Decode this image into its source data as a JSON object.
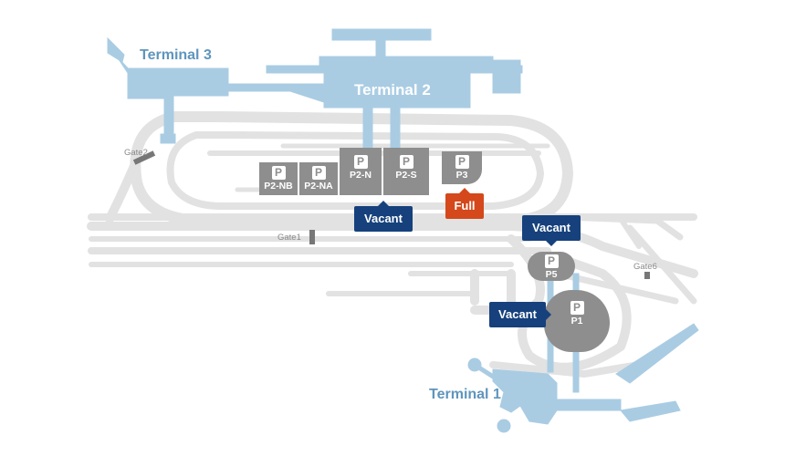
{
  "terminals": {
    "t1": "Terminal 1",
    "t2": "Terminal 2",
    "t3": "Terminal 3"
  },
  "gates": {
    "gate1": "Gate1",
    "gate2": "Gate2",
    "gate6": "Gate6"
  },
  "parking": {
    "p2nb": {
      "icon": "P",
      "label": "P2-NB"
    },
    "p2na": {
      "icon": "P",
      "label": "P2-NA"
    },
    "p2n": {
      "icon": "P",
      "label": "P2-N"
    },
    "p2s": {
      "icon": "P",
      "label": "P2-S"
    },
    "p3": {
      "icon": "P",
      "label": "P3"
    },
    "p5": {
      "icon": "P",
      "label": "P5"
    },
    "p1": {
      "icon": "P",
      "label": "P1"
    }
  },
  "status": {
    "p2": "Vacant",
    "p3": "Full",
    "p5": "Vacant",
    "p1": "Vacant"
  },
  "colors": {
    "terminal": "#a9cce3",
    "road": "#e3e3e3",
    "parking": "#8e8e8e",
    "vacant": "#16417c",
    "full": "#d4481b"
  }
}
